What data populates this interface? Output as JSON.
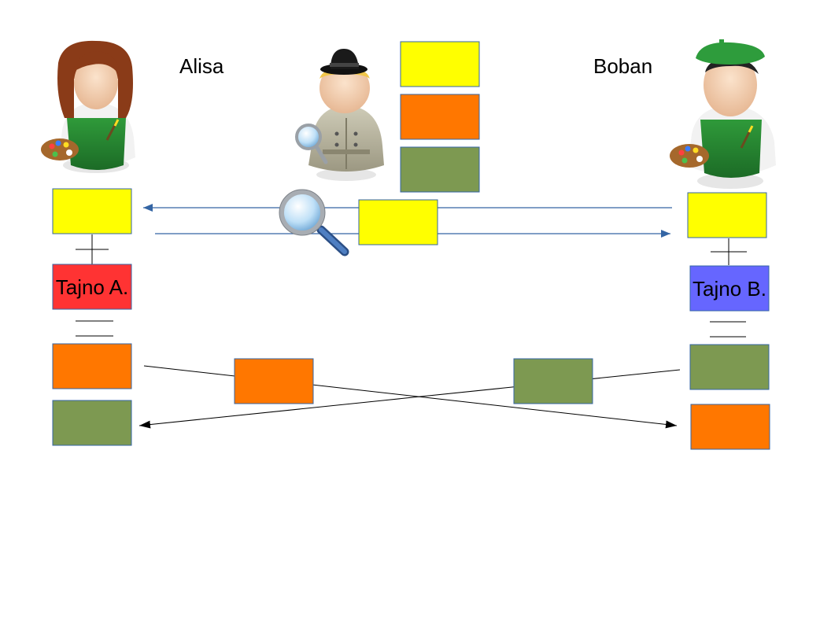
{
  "people": {
    "alisa": {
      "name": "Alisa",
      "icon": "woman-painter-icon"
    },
    "boban": {
      "name": "Boban",
      "icon": "man-painter-icon"
    },
    "eve": {
      "icon": "detective-spy-icon"
    }
  },
  "secrets": {
    "alisa": "Tajno A.",
    "boban": "Tajno B."
  },
  "colors": {
    "public": "#ffff00",
    "orange": "#ff7700",
    "green": "#7d9951",
    "secret_a": "#ff3333",
    "secret_b": "#6666ff",
    "arrow_blue": "#3465a4",
    "arrow_black": "#000000",
    "box_border": "#3465a4"
  },
  "operators": {
    "plus": "+",
    "equals": "="
  }
}
